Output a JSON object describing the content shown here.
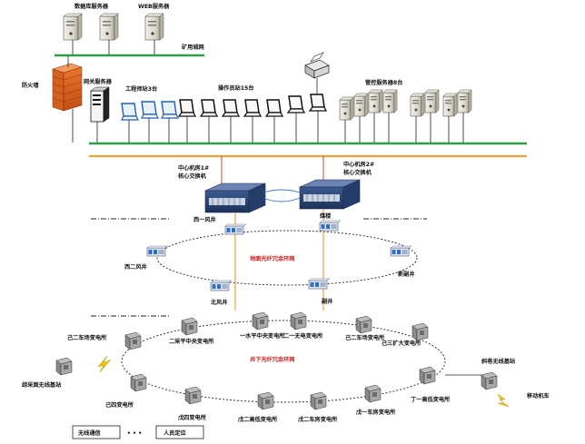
{
  "servers_top": {
    "db_label": "数据库服务器",
    "web_label": "WEB服务器",
    "mine_net_label": "矿用城网"
  },
  "upper": {
    "firewall_label": "防火墙",
    "gateway_label": "网关服务器",
    "engineer_label": "工程师站3台",
    "operator_label": "操作员站15台",
    "control_label": "管控服务器8台"
  },
  "core": {
    "left_label_1": "中心机房1#",
    "left_label_2": "核心交换机",
    "right_label_1": "中心机房2#",
    "right_label_2": "核心交换机"
  },
  "surface_ring": {
    "ring_label": "地面光纤冗余环网",
    "nodes": [
      "西一风井",
      "煤楼",
      "西二风井",
      "新副井",
      "北风井",
      "副井"
    ]
  },
  "underground_ring": {
    "ring_label": "井下光纤冗余环网",
    "nodes": [
      "一水平中央变电所",
      "二一无电变电所",
      "二采平中央变电所",
      "己二车场变电所",
      "己三扩大变电所",
      "己二车场变电所",
      "综采面无线基站",
      "斜巷无线基站",
      "己四变电所",
      "戊四变电所",
      "戊二高低变电所",
      "戊二车房变电所",
      "戊一车房变电所",
      "丁一高低变电所",
      "移动机车"
    ]
  },
  "legend": {
    "wireless_label": "无线通信",
    "dots": "• • •",
    "personnel_label": "人员定位"
  },
  "colors": {
    "green_bus": "#2ea043",
    "orange_line": "#e8a43c",
    "red_text": "#d01818"
  }
}
